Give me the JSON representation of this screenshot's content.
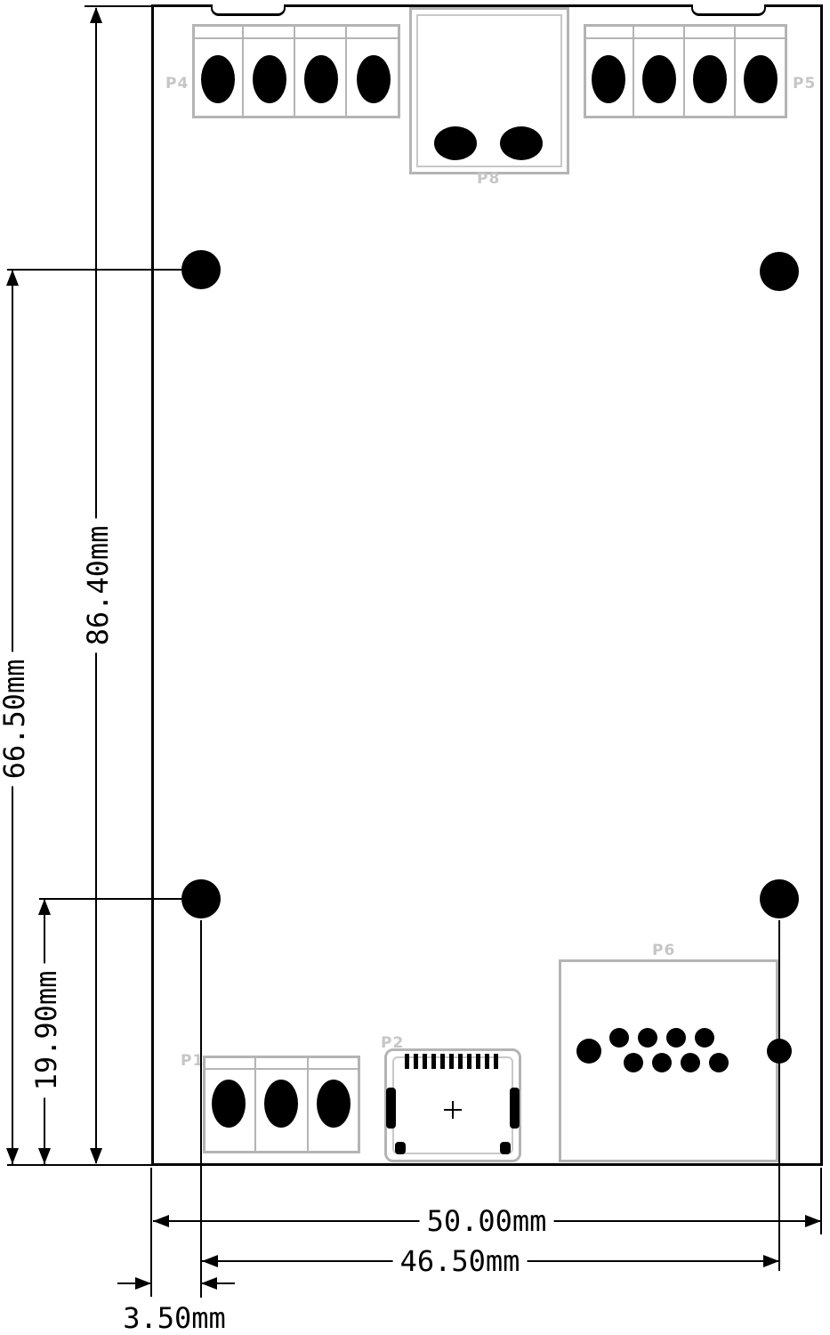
{
  "dims": {
    "total_height": "86.40mm",
    "hole_span_height": "66.50mm",
    "bottom_hole_height": "19.90mm",
    "total_width": "50.00mm",
    "hole_span_width": "46.50mm",
    "edge_offset": "3.50mm"
  },
  "refs": {
    "p1": "P1",
    "p2": "P2",
    "p4": "P4",
    "p5": "P5",
    "p6": "P6",
    "p8": "P8"
  },
  "colors": {
    "outline": "#000000",
    "connector_line": "#b4b4b4",
    "ref_label": "#c6c6c6",
    "background": "#ffffff"
  }
}
